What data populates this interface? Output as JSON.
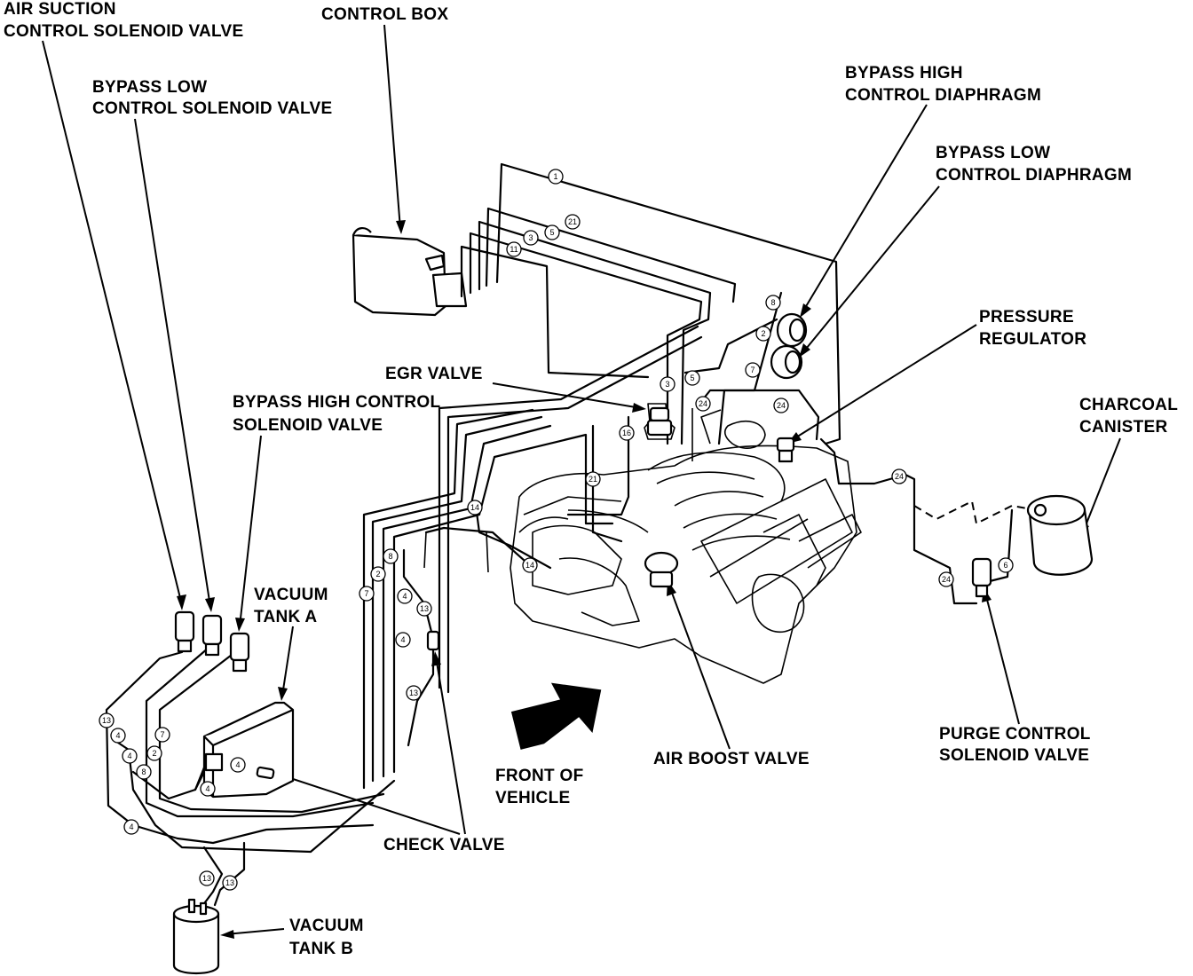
{
  "labels": {
    "air_suction_line1": "AIR SUCTION",
    "air_suction_line2": "CONTROL SOLENOID VALVE",
    "bypass_low_solenoid_line1": "BYPASS LOW",
    "bypass_low_solenoid_line2": "CONTROL SOLENOID VALVE",
    "control_box": "CONTROL BOX",
    "bypass_high_diaphragm_line1": "BYPASS HIGH",
    "bypass_high_diaphragm_line2": "CONTROL DIAPHRAGM",
    "bypass_low_diaphragm_line1": "BYPASS LOW",
    "bypass_low_diaphragm_line2": "CONTROL DIAPHRAGM",
    "pressure_regulator_line1": "PRESSURE",
    "pressure_regulator_line2": "REGULATOR",
    "charcoal_canister_line1": "CHARCOAL",
    "charcoal_canister_line2": "CANISTER",
    "egr_valve": "EGR VALVE",
    "bypass_high_solenoid_line1": "BYPASS HIGH CONTROL",
    "bypass_high_solenoid_line2": "SOLENOID VALVE",
    "vacuum_tank_a_line1": "VACUUM",
    "vacuum_tank_a_line2": "TANK A",
    "vacuum_tank_b_line1": "VACUUM",
    "vacuum_tank_b_line2": "TANK B",
    "front_of_vehicle_line1": "FRONT OF",
    "front_of_vehicle_line2": "VEHICLE",
    "check_valve": "CHECK VALVE",
    "air_boost_valve": "AIR BOOST VALVE",
    "purge_control_line1": "PURGE CONTROL",
    "purge_control_line2": "SOLENOID VALVE"
  },
  "hose_tags": [
    "1",
    "21",
    "5",
    "3",
    "11",
    "8",
    "2",
    "7",
    "3",
    "5",
    "24",
    "24",
    "16",
    "21",
    "14",
    "14",
    "24",
    "6",
    "24",
    "8",
    "2",
    "7",
    "4",
    "13",
    "4",
    "13",
    "13",
    "4",
    "4",
    "2",
    "7",
    "8",
    "4",
    "4",
    "4",
    "13",
    "13"
  ]
}
